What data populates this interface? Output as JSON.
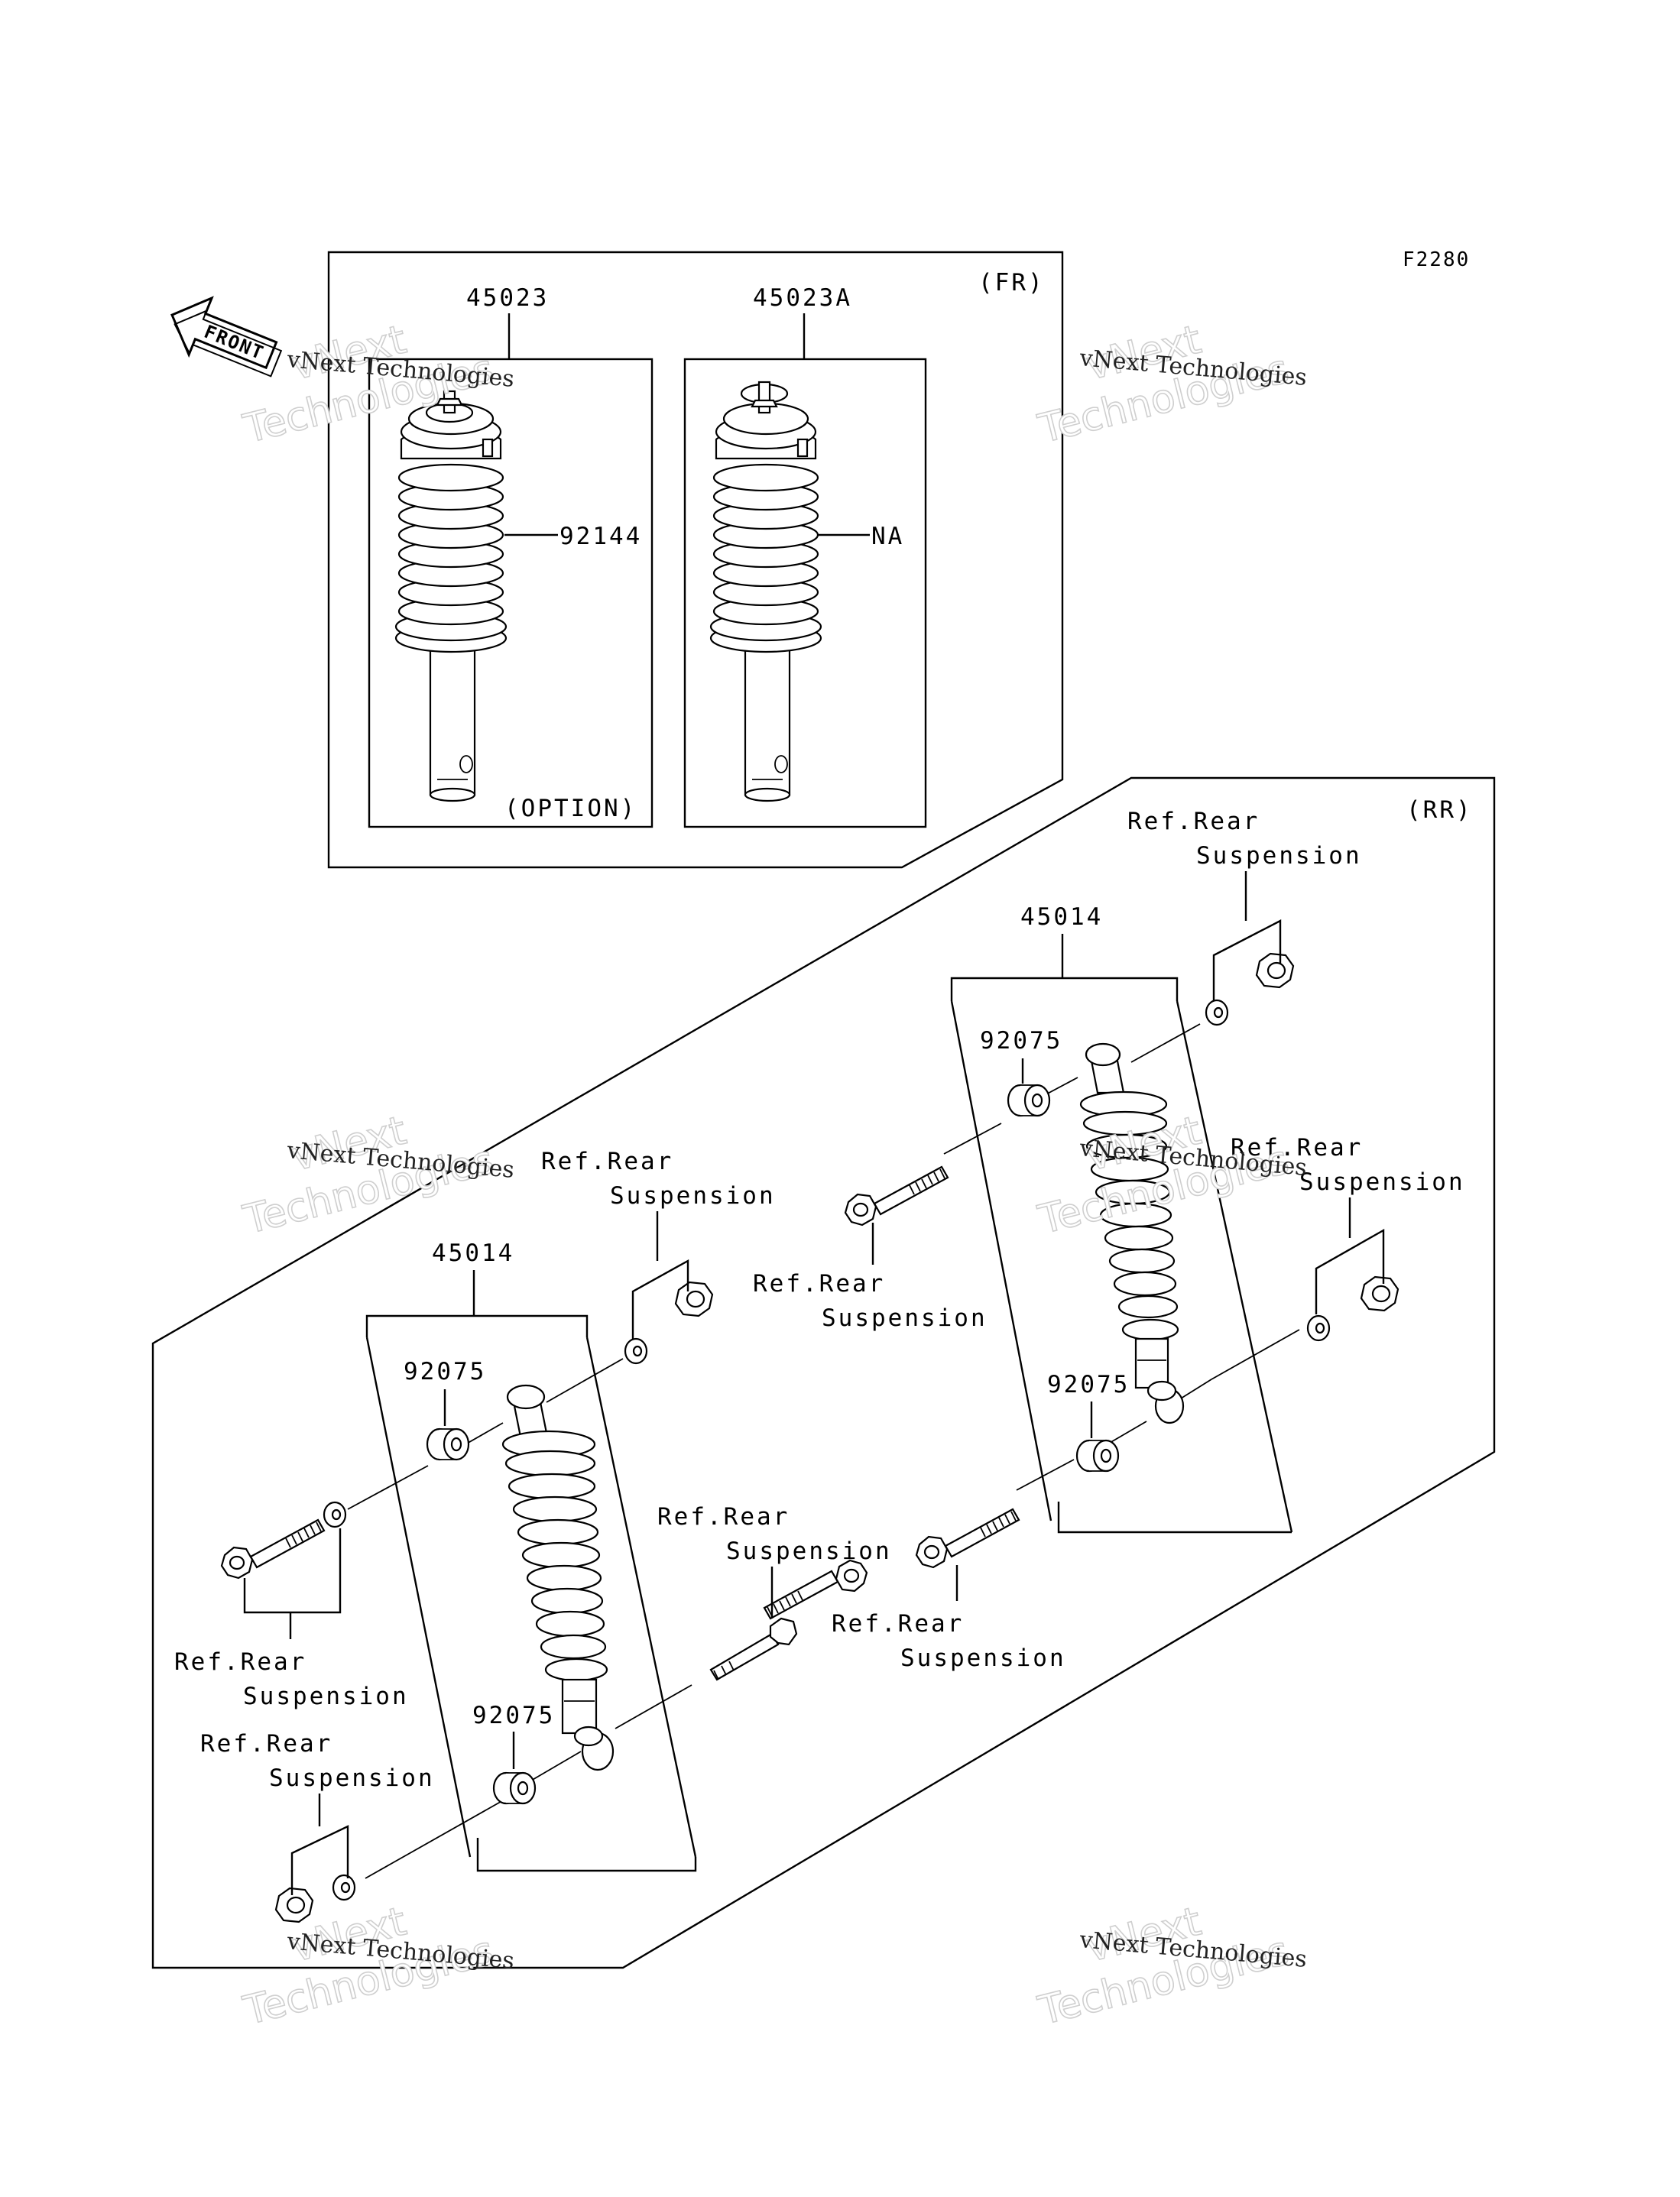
{
  "diagram_code": "F2280",
  "front_arrow_text": "FRONT",
  "front_section": {
    "tag": "(FR)",
    "kit_std": "45023",
    "kit_opt": "45023A",
    "spring_std": "92144",
    "spring_opt": "NA",
    "option_note": "(OPTION)"
  },
  "rear_section": {
    "tag": "(RR)",
    "shock_a": "45014",
    "shock_b": "45014",
    "bush": "92075",
    "ref_line1": "Ref.Rear",
    "ref_line2": "Suspension"
  },
  "watermark": {
    "line_small": "vNext Technologies",
    "line_top": "vNext",
    "line_big": "Technologies"
  }
}
